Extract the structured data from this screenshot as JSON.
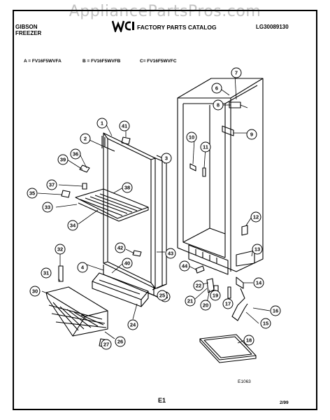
{
  "watermark": "AppliancePartsPros.com",
  "header": {
    "brand_line1": "GIBSON",
    "brand_line2": "FREEZER",
    "catalog_title": "FACTORY PARTS CATALOG",
    "catalog_code": "LG30089130"
  },
  "models": [
    "A = FV16F5WVFA",
    "B = FV16F5WVFB",
    "C= FV16F5WVFC"
  ],
  "callouts": [
    "1",
    "2",
    "3",
    "4",
    "6",
    "7",
    "8",
    "9",
    "10",
    "11",
    "12",
    "13",
    "14",
    "15",
    "16",
    "17",
    "18",
    "19",
    "20",
    "21",
    "22",
    "23",
    "24",
    "25",
    "26",
    "27",
    "30",
    "31",
    "32",
    "33",
    "34",
    "35",
    "36",
    "37",
    "38",
    "39",
    "40",
    "41",
    "42",
    "43",
    "44"
  ],
  "footer": {
    "ref": "E1063",
    "page": "E1",
    "date": "2/99"
  },
  "icons": {
    "logo": "wci-logo"
  }
}
